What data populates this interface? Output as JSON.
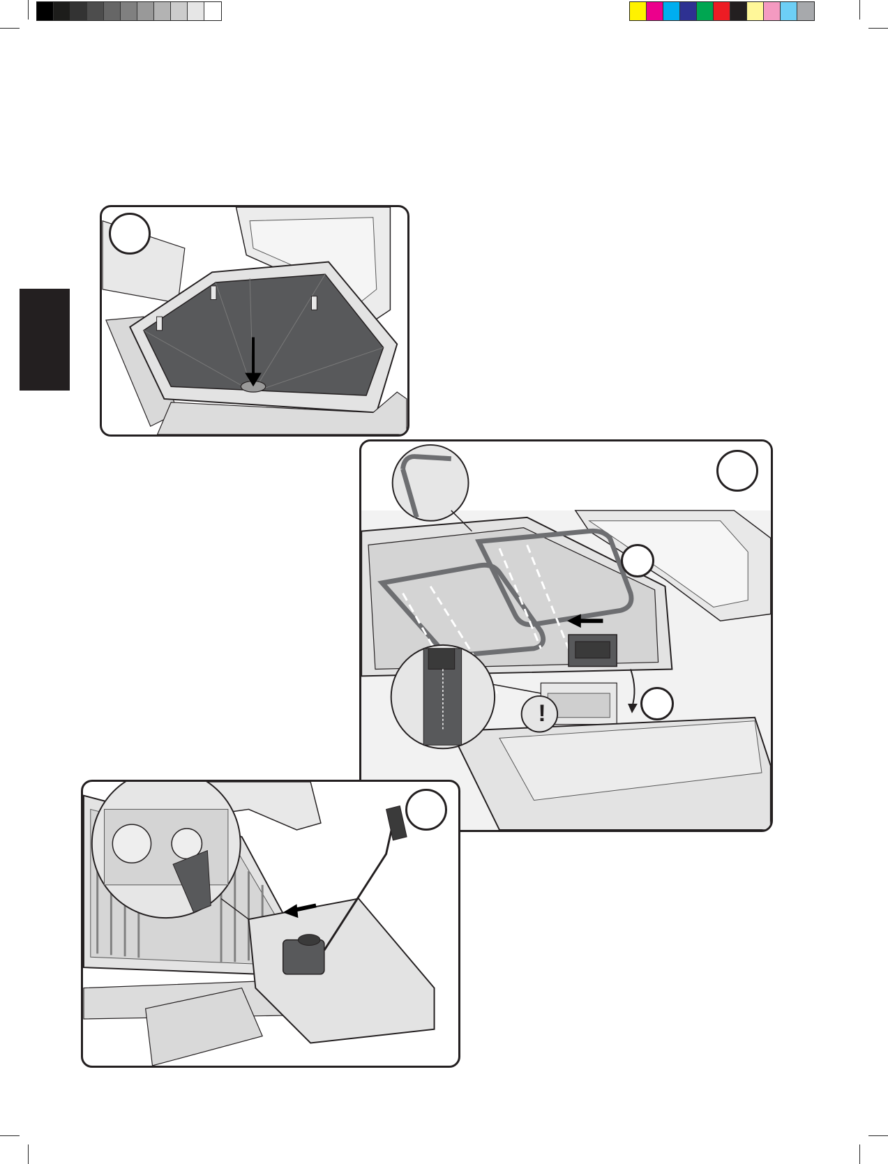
{
  "document": {
    "print_marks": {
      "grayscale_swatches": [
        "#000000",
        "#1d1d1b",
        "#333333",
        "#4d4d4d",
        "#666666",
        "#808080",
        "#999999",
        "#b3b3b3",
        "#cccccc",
        "#e6e6e6",
        "#ffffff"
      ],
      "color_swatches": [
        "#fff200",
        "#ec008c",
        "#00aeef",
        "#2e3192",
        "#00a651",
        "#ed1c24",
        "#231f20",
        "#fff799",
        "#f49ac1",
        "#6dcff6",
        "#a7a9ac"
      ]
    },
    "section_tab_color": "#231f20",
    "steps": [
      {
        "name": "step-1-drip-tray",
        "badge_text": ""
      },
      {
        "name": "step-2-heating-element",
        "badge_text": "",
        "sub_badges": [
          "",
          ""
        ],
        "warning_symbol": "!"
      },
      {
        "name": "step-3-power-cord",
        "badge_text": ""
      }
    ],
    "colors": {
      "outline": "#231f20",
      "grill_body": "#e3e3e3",
      "tray": "#58595b",
      "panel_bg": "#ffffff"
    }
  }
}
